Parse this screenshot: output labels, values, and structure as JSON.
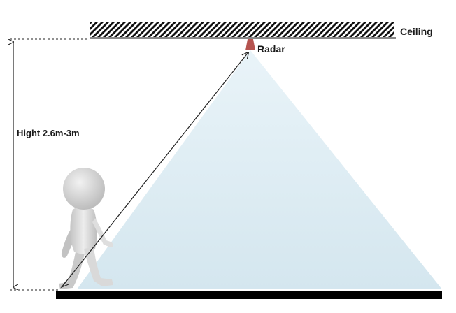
{
  "labels": {
    "ceiling": "Ceiling",
    "radar": "Radar",
    "height": "Hight 2.6m-3m"
  },
  "icons": {
    "sensor": "radar-sensor-icon",
    "person": "walking-person-figure"
  },
  "colors": {
    "coverage": "#dcebf2",
    "radar": "#b5534f",
    "line": "#222222",
    "floor": "#000000",
    "person": "#d6d6d6"
  }
}
